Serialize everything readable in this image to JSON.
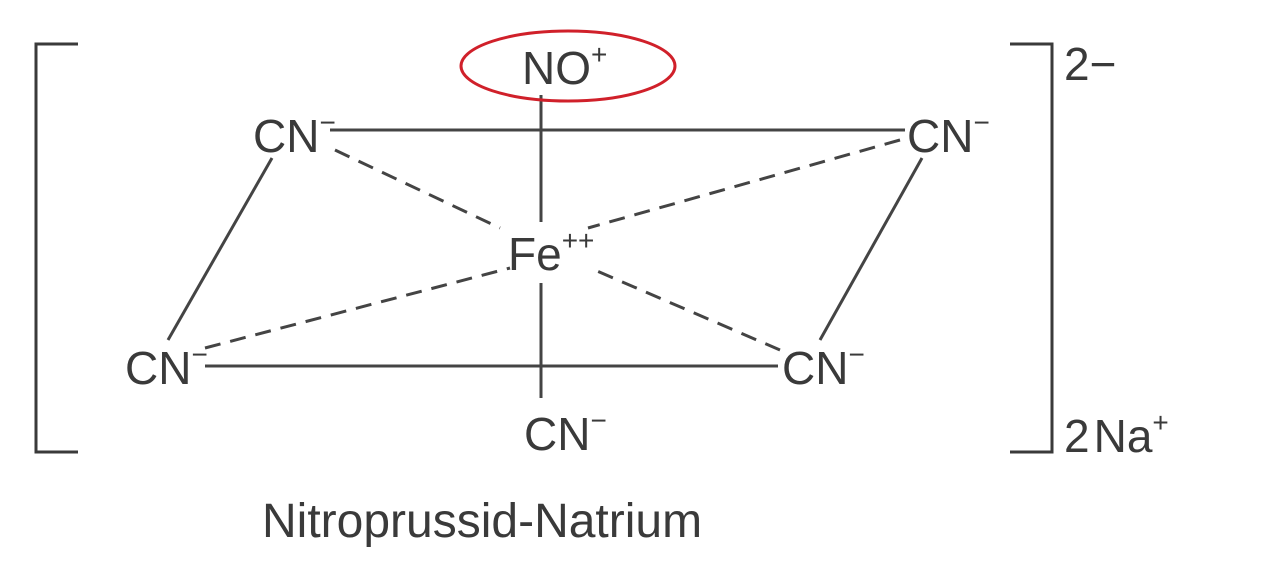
{
  "diagram": {
    "center": {
      "symbol": "Fe",
      "charge": "++"
    },
    "top_ligand": {
      "symbol": "NO",
      "charge": "+"
    },
    "ligands": [
      {
        "symbol": "CN",
        "charge": "−"
      },
      {
        "symbol": "CN",
        "charge": "−"
      },
      {
        "symbol": "CN",
        "charge": "−"
      },
      {
        "symbol": "CN",
        "charge": "−"
      },
      {
        "symbol": "CN",
        "charge": "−"
      }
    ],
    "complex_charge": "2−",
    "counter_ion": {
      "prefix": "2",
      "symbol": "Na",
      "charge": "+"
    },
    "caption": "Nitroprussid-Natrium",
    "highlight_color": "#d0202a"
  }
}
